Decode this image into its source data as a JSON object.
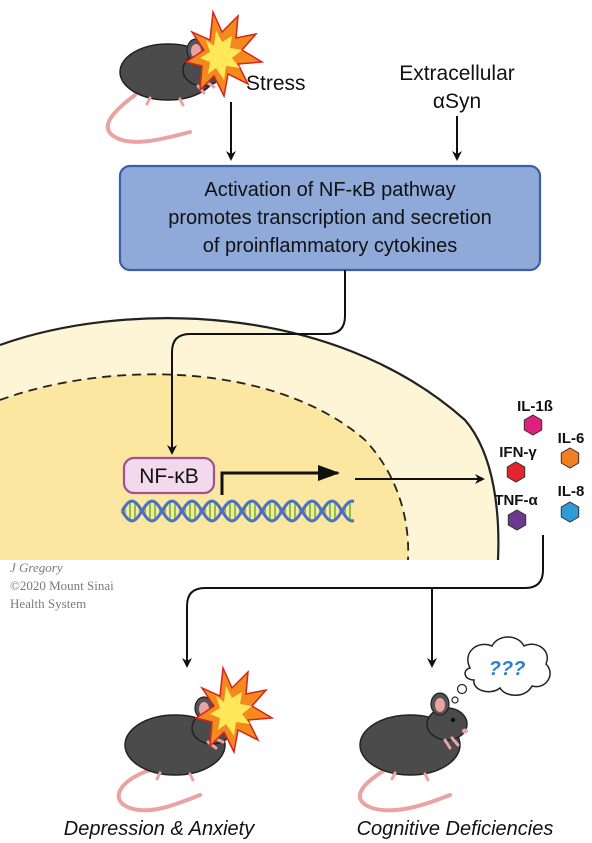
{
  "inputs": {
    "stress": "Stress",
    "extracellular_line1": "Extracellular",
    "extracellular_line2": "αSyn"
  },
  "pathway_box": {
    "line1": "Activation of NF-κB pathway",
    "line2": "promotes transcription and secretion",
    "line3": "of proinflammatory cytokines"
  },
  "nfkb_label": "NF-κB",
  "cytokines": [
    {
      "label": "IL-1ß",
      "color": "#e0207e"
    },
    {
      "label": "IFN-γ",
      "color": "#e3262e"
    },
    {
      "label": "IL-6",
      "color": "#f07f23"
    },
    {
      "label": "TNF-α",
      "color": "#6b3a8f"
    },
    {
      "label": "IL-8",
      "color": "#2e9bd6"
    }
  ],
  "credit": {
    "author": "J Gregory",
    "copyright": "©2020 Mount Sinai",
    "org": "Health System"
  },
  "outcomes": {
    "left": "Depression & Anxiety",
    "right": "Cognitive Deficiencies",
    "thought": "???"
  },
  "colors": {
    "cell": "#fdf5d6",
    "nucleus": "#fbe7a0",
    "box_fill": "#8fa9d9",
    "box_stroke": "#3d5ea8",
    "nfkb_fill": "#f3d9ec",
    "nfkb_stroke": "#a64d96",
    "mouse": "#4b4b4b",
    "burst_outer": "#f28a1e",
    "burst_inner": "#ffe85a",
    "dna_blue": "#4c70c4",
    "dna_green": "#8bc34a",
    "thought_text": "#2f7fc9"
  }
}
